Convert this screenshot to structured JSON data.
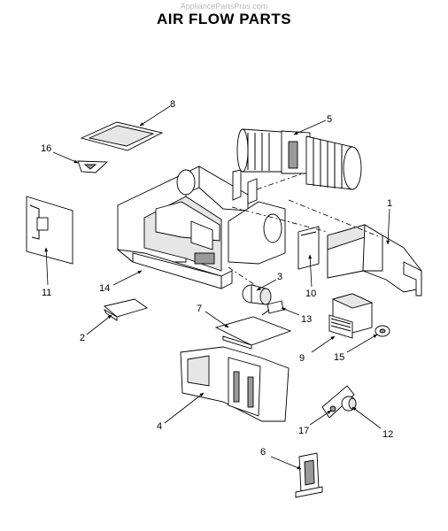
{
  "watermark": "AppliancePartsPros.com",
  "title": "AIR FLOW PARTS",
  "callouts": {
    "c1": "1",
    "c2": "2",
    "c3": "3",
    "c4": "4",
    "c5": "5",
    "c6": "6",
    "c7": "7",
    "c8": "8",
    "c9": "9",
    "c10": "10",
    "c11": "11",
    "c12": "12",
    "c13": "13",
    "c14": "14",
    "c15": "15",
    "c16": "16",
    "c17": "17"
  }
}
